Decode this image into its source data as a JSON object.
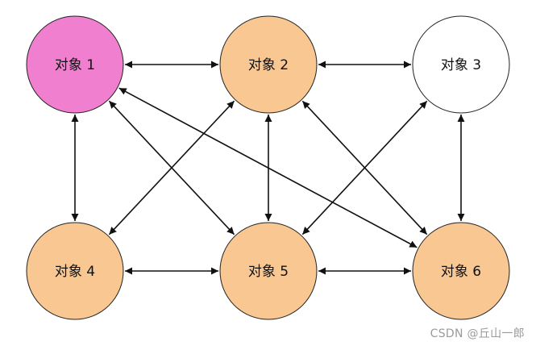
{
  "nodes": [
    {
      "id": "n1",
      "label": "对象 1",
      "color": "#f07fcf"
    },
    {
      "id": "n2",
      "label": "对象 2",
      "color": "#f9c792"
    },
    {
      "id": "n3",
      "label": "对象 3",
      "color": "#ffffff"
    },
    {
      "id": "n4",
      "label": "对象 4",
      "color": "#f9c792"
    },
    {
      "id": "n5",
      "label": "对象 5",
      "color": "#f9c792"
    },
    {
      "id": "n6",
      "label": "对象 6",
      "color": "#f9c792"
    }
  ],
  "edges": [
    {
      "from": "n1",
      "to": "n2"
    },
    {
      "from": "n2",
      "to": "n3"
    },
    {
      "from": "n4",
      "to": "n5"
    },
    {
      "from": "n5",
      "to": "n6"
    },
    {
      "from": "n1",
      "to": "n4"
    },
    {
      "from": "n2",
      "to": "n5"
    },
    {
      "from": "n3",
      "to": "n6"
    },
    {
      "from": "n1",
      "to": "n5"
    },
    {
      "from": "n1",
      "to": "n6"
    },
    {
      "from": "n2",
      "to": "n4"
    },
    {
      "from": "n2",
      "to": "n6"
    },
    {
      "from": "n3",
      "to": "n5"
    }
  ],
  "watermark": "CSDN @丘山一郎"
}
